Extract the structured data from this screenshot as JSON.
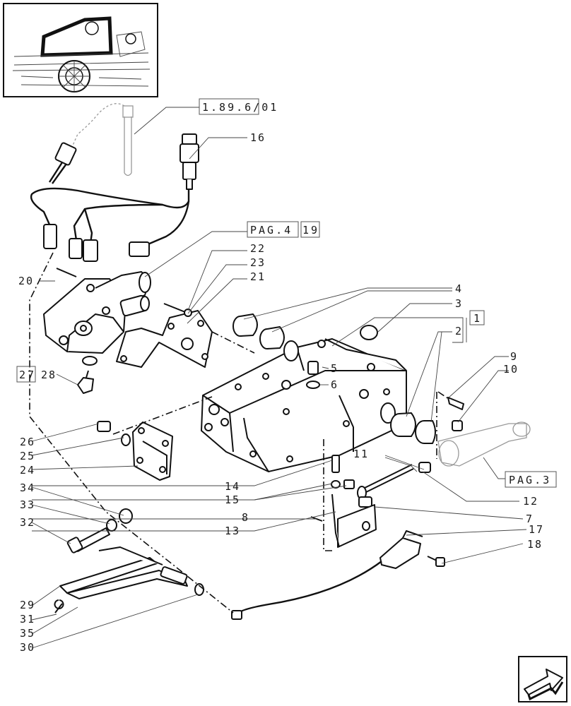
{
  "colors": {
    "line": "#111111",
    "leader": "#444444",
    "ghost": "#999999"
  },
  "icons": {
    "thumbnail": "tractor-thumbnail-icon",
    "next_page": "next-page-arrow-icon"
  },
  "references": {
    "ref_1_89_6_01": "1.89.6/01",
    "ref_pag4": "PAG.4",
    "ref_19": "19",
    "ref_1": "1",
    "ref_27": "27",
    "ref_pag3": "PAG.3"
  },
  "callouts": {
    "c2": "2",
    "c3": "3",
    "c4": "4",
    "c5": "5",
    "c6": "6",
    "c7": "7",
    "c8": "8",
    "c9": "9",
    "c10": "10",
    "c11": "11",
    "c12": "12",
    "c13": "13",
    "c14": "14",
    "c15": "15",
    "c16": "16",
    "c17": "17",
    "c18": "18",
    "c20": "20",
    "c21": "21",
    "c22": "22",
    "c23": "23",
    "c24": "24",
    "c25": "25",
    "c26": "26",
    "c28": "28",
    "c29": "29",
    "c30": "30",
    "c31": "31",
    "c32": "32",
    "c33": "33",
    "c34": "34",
    "c35": "35"
  }
}
